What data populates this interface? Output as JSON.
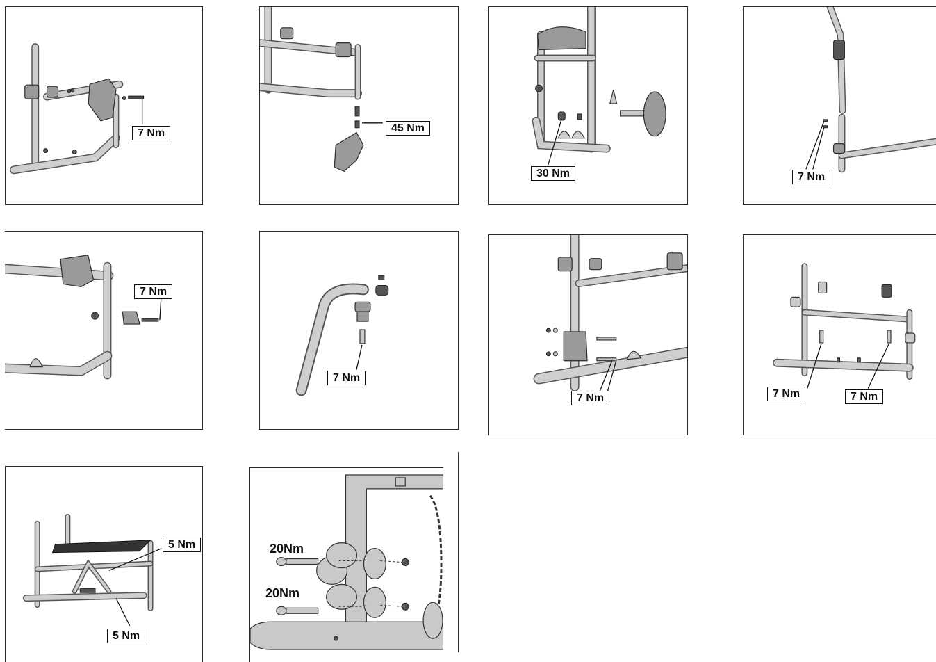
{
  "panels": [
    {
      "id": "p1",
      "labels": [
        "7 Nm"
      ]
    },
    {
      "id": "p2",
      "labels": [
        "45 Nm"
      ]
    },
    {
      "id": "p3",
      "labels": [
        "30 Nm"
      ]
    },
    {
      "id": "p4",
      "labels": [
        "7 Nm"
      ]
    },
    {
      "id": "p5",
      "labels": [
        "7 Nm"
      ]
    },
    {
      "id": "p6",
      "labels": [
        "7 Nm"
      ]
    },
    {
      "id": "p7",
      "labels": [
        "7 Nm"
      ]
    },
    {
      "id": "p8",
      "labels": [
        "7 Nm",
        "7 Nm"
      ]
    },
    {
      "id": "p9",
      "labels": [
        "5 Nm",
        "5 Nm"
      ]
    },
    {
      "id": "p10",
      "labels": [
        "20Nm",
        "20Nm"
      ]
    }
  ]
}
